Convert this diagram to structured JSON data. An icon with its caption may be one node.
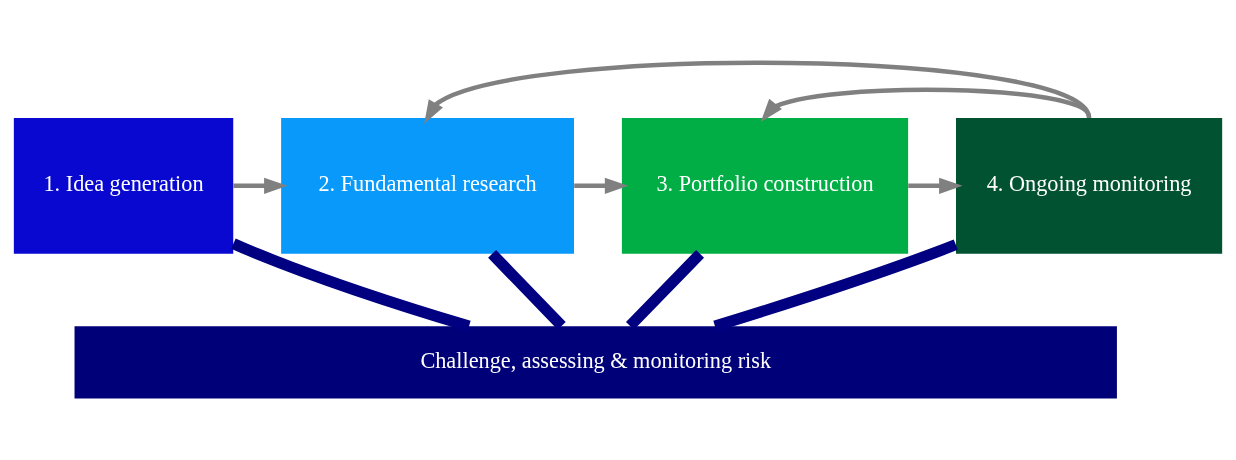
{
  "diagram": {
    "nodes": [
      {
        "text": [
          "1. Idea generation"
        ]
      },
      {
        "text": [
          "2. Fundamental research"
        ]
      },
      {
        "text": [
          "3. Portfolio construction"
        ]
      },
      {
        "text": [
          "4. Ongoing monitoring"
        ]
      },
      {
        "text": [
          "Challenge, assessing & monitoring risk"
        ]
      }
    ],
    "edges": [
      {
        "from": 0,
        "to": 1,
        "arrow": "to"
      },
      {
        "from": 1,
        "to": 2,
        "arrow": "to"
      },
      {
        "from": 2,
        "to": 3,
        "arrow": "to"
      },
      {
        "from": 3,
        "to": 1,
        "arrow": "to"
      },
      {
        "from": 3,
        "to": 2,
        "arrow": "to"
      },
      {
        "from": 0,
        "to": 4,
        "arrow": "none",
        "style": "thick",
        "color": "#000080"
      },
      {
        "from": 1,
        "to": 4,
        "arrow": "none",
        "style": "thick",
        "color": "#000080"
      },
      {
        "from": 2,
        "to": 4,
        "arrow": "none",
        "style": "thick",
        "color": "#000080"
      },
      {
        "from": 3,
        "to": 4,
        "arrow": "none",
        "style": "thick",
        "color": "#000080"
      }
    ]
  }
}
